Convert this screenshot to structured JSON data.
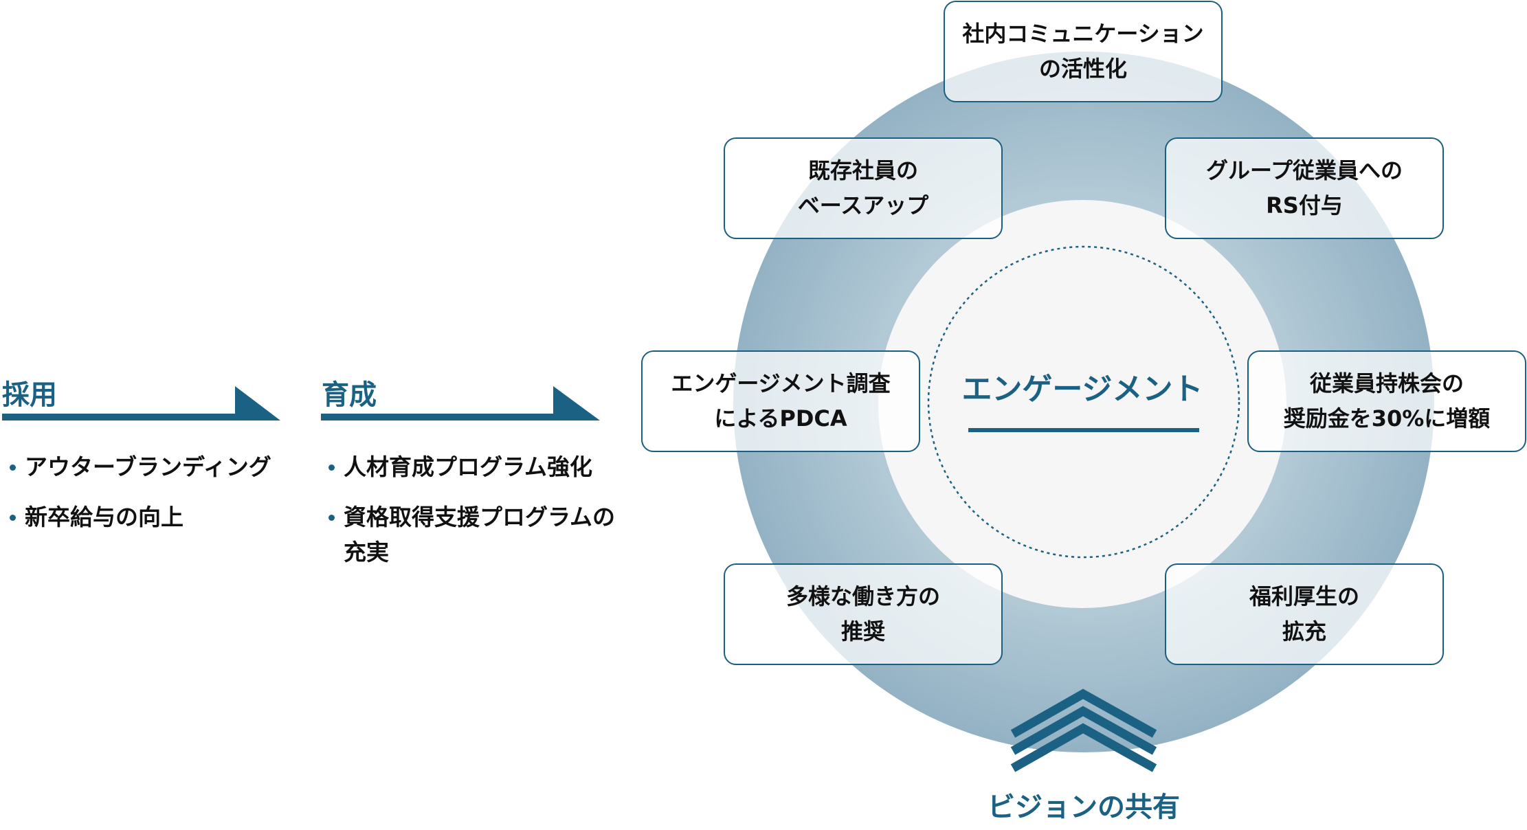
{
  "stages": [
    {
      "heading": "採用",
      "items": [
        "アウターブランディング",
        "新卒給与の向上"
      ]
    },
    {
      "heading": "育成",
      "items": [
        "人材育成プログラム強化",
        "資格取得支援プログラムの充実"
      ]
    }
  ],
  "center": {
    "title": "エンゲージメント"
  },
  "measures": [
    {
      "id": "communication",
      "lines": [
        "社内コミュニケーション",
        "の活性化"
      ]
    },
    {
      "id": "base-up",
      "lines": [
        "既存社員の",
        "ベースアップ"
      ]
    },
    {
      "id": "rs-grant",
      "lines": [
        "グループ従業員への",
        "RS付与"
      ]
    },
    {
      "id": "engagement-survey",
      "lines": [
        "エンゲージメント調査",
        "によるPDCA"
      ]
    },
    {
      "id": "esop",
      "lines": [
        "従業員持株会の",
        "奨励金を30%に増額"
      ]
    },
    {
      "id": "work-style",
      "lines": [
        "多様な働き方の",
        "推奨"
      ]
    },
    {
      "id": "welfare",
      "lines": [
        "福利厚生の",
        "拡充"
      ]
    }
  ],
  "foundation": {
    "label": "ビジョンの共有",
    "icon": "triple-chevron-up-icon"
  },
  "colors": {
    "accent": "#1b6184",
    "ring_outer": "#93b2c4",
    "ring_inner": "#b6ccd8",
    "core": "#f6f6f6",
    "box_border": "#1b5f80"
  }
}
